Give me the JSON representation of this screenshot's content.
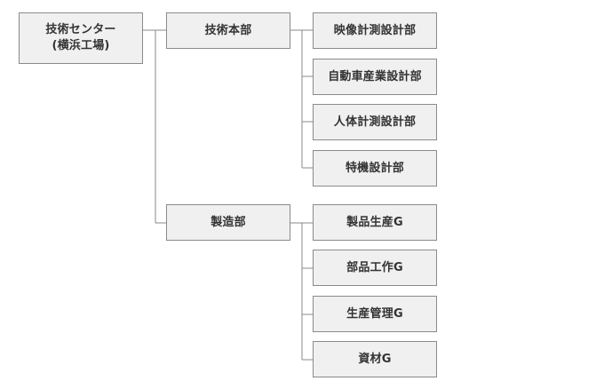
{
  "org_chart": {
    "root": {
      "line1": "技術センター",
      "line2": "(横浜工場)"
    },
    "divisions": [
      {
        "label": "技術本部",
        "departments": [
          "映像計測設計部",
          "自動車産業設計部",
          "人体計測設計部",
          "特機設計部"
        ]
      },
      {
        "label": "製造部",
        "departments": [
          "製品生産G",
          "部品工作G",
          "生産管理G",
          "資材G"
        ]
      }
    ]
  },
  "colors": {
    "box_fill": "#f0f0f0",
    "box_border": "#8a8a8a",
    "text": "#333333",
    "line": "#8a8a8a"
  }
}
